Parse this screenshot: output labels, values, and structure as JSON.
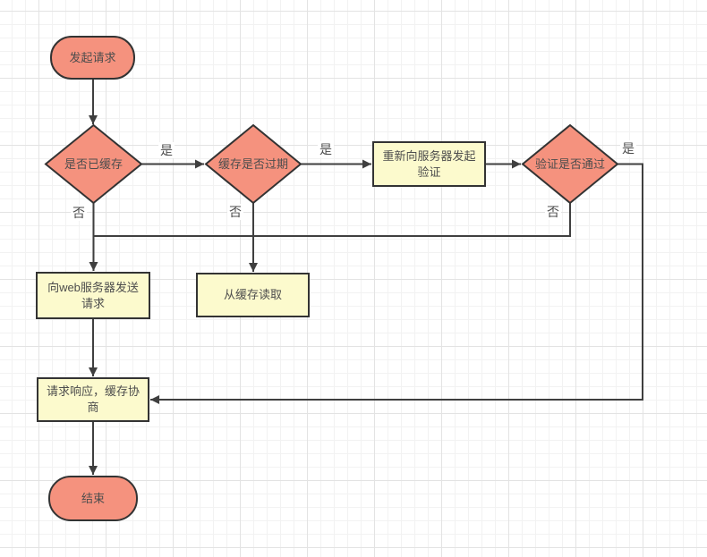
{
  "diagram": {
    "title": "HTTP cache decision flowchart",
    "nodes": {
      "start": {
        "label": "发起请求",
        "type": "terminal"
      },
      "is_cached": {
        "label": "是否已缓存",
        "type": "decision"
      },
      "is_expired": {
        "label": "缓存是否过期",
        "type": "decision"
      },
      "revalidate": {
        "label": "重新向服务器发起\n验证",
        "type": "process"
      },
      "is_valid": {
        "label": "验证是否通过",
        "type": "decision"
      },
      "send_request": {
        "label": "向web服务器发送\n请求",
        "type": "process"
      },
      "read_cache": {
        "label": "从缓存读取",
        "type": "process"
      },
      "response": {
        "label": "请求响应，缓存协\n商",
        "type": "process"
      },
      "end": {
        "label": "结束",
        "type": "terminal"
      }
    },
    "edge_labels": {
      "cached_yes": "是",
      "cached_no": "否",
      "expired_yes": "是",
      "expired_no": "否",
      "valid_yes": "是",
      "valid_no": "否"
    },
    "colors": {
      "terminal_fill": "#F5927E",
      "decision_fill": "#F5927E",
      "process_fill": "#FCFACD",
      "stroke": "#333333",
      "edge": "#3F3F3F",
      "text": "#4D4D4D"
    }
  }
}
